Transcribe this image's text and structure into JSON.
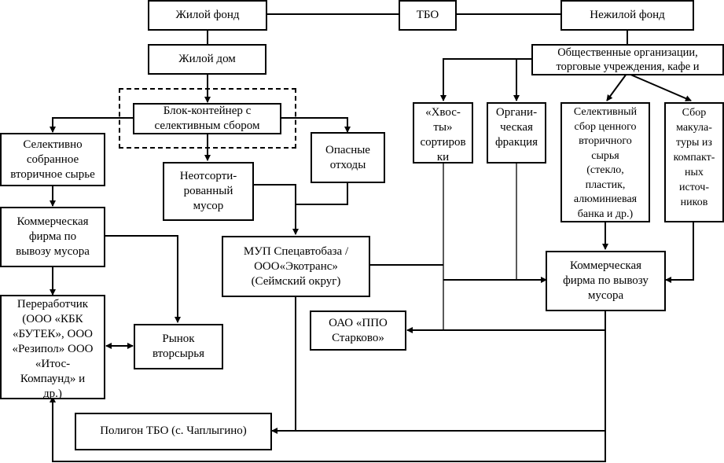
{
  "diagram": {
    "nodes": {
      "tbo": "ТБО",
      "residential_fund": "Жилой фонд",
      "non_residential_fund": "Нежилой фонд",
      "residential_house": "Жилой дом",
      "public_orgs": "Общественные организации,\nторговые учреждения, кафе и",
      "block_container": "Блок-контейнер с\nселективным сбором",
      "selective_secondary": "Селективно\nсобранное\nвторичное сырье",
      "unsorted_waste": "Неотсорти-\nрованный\nмусор",
      "hazardous_waste": "Опасные\nотходы",
      "sorting_tails": "«Хвос-\nты»\nсортиров\nки",
      "organic_fraction": "Органи-\nческая\nфракция",
      "selective_valuable": "Селективный\nсбор ценного\nвторичного\nсырья\n(стекло,\nпластик,\nалюминиевая\nбанка и др.)",
      "paper_collection": "Сбор\nмакула-\nтуры из\nкомпакт-\nных\nисточ-\nников",
      "commercial_firm_left": "Коммерческая\nфирма по\nвывозу мусора",
      "mup_spetsavtobaza": "МУП Спецавтобаза /\nООО«Экотранс»\n(Сеймский округ)",
      "commercial_firm_right": "Коммерческая\nфирма по вывозу\nмусора",
      "processor": "Переработчик\n(ООО «КБК\n«БУТЕК», ООО\n«Резипол» ООО\n«Итос-\nКомпаунд» и\nдр.)",
      "secondary_market": "Рынок\nвторсырья",
      "ppo_starkovo": "ОАО «ППО\nСтарково»",
      "landfill": "Полигон ТБО (с. Чаплыгино)"
    },
    "edges": [
      {
        "from": "tbo",
        "to": "residential_fund"
      },
      {
        "from": "tbo",
        "to": "non_residential_fund"
      },
      {
        "from": "residential_fund",
        "to": "residential_house"
      },
      {
        "from": "non_residential_fund",
        "to": "public_orgs"
      },
      {
        "from": "residential_house",
        "to": "block_container"
      },
      {
        "from": "block_container",
        "to": "selective_secondary"
      },
      {
        "from": "block_container",
        "to": "unsorted_waste"
      },
      {
        "from": "block_container",
        "to": "hazardous_waste"
      },
      {
        "from": "public_orgs",
        "to": "sorting_tails"
      },
      {
        "from": "public_orgs",
        "to": "organic_fraction"
      },
      {
        "from": "public_orgs",
        "to": "selective_valuable"
      },
      {
        "from": "public_orgs",
        "to": "paper_collection"
      },
      {
        "from": "selective_secondary",
        "to": "commercial_firm_left"
      },
      {
        "from": "commercial_firm_left",
        "to": "processor"
      },
      {
        "from": "commercial_firm_left",
        "to": "secondary_market"
      },
      {
        "from": "processor",
        "to": "secondary_market",
        "bidirectional": true
      },
      {
        "from": "unsorted_waste",
        "to": "mup_spetsavtobaza"
      },
      {
        "from": "hazardous_waste",
        "to": "mup_spetsavtobaza"
      },
      {
        "from": "selective_valuable",
        "to": "commercial_firm_right"
      },
      {
        "from": "paper_collection",
        "to": "commercial_firm_right"
      },
      {
        "from": "sorting_tails",
        "to": "commercial_firm_right"
      },
      {
        "from": "organic_fraction",
        "to": "commercial_firm_right"
      },
      {
        "from": "mup_spetsavtobaza",
        "to": "commercial_firm_right"
      },
      {
        "from": "commercial_firm_right",
        "to": "ppo_starkovo"
      },
      {
        "from": "mup_spetsavtobaza",
        "to": "landfill"
      },
      {
        "from": "commercial_firm_right",
        "to": "landfill"
      },
      {
        "from": "commercial_firm_right",
        "to": "processor"
      }
    ]
  }
}
